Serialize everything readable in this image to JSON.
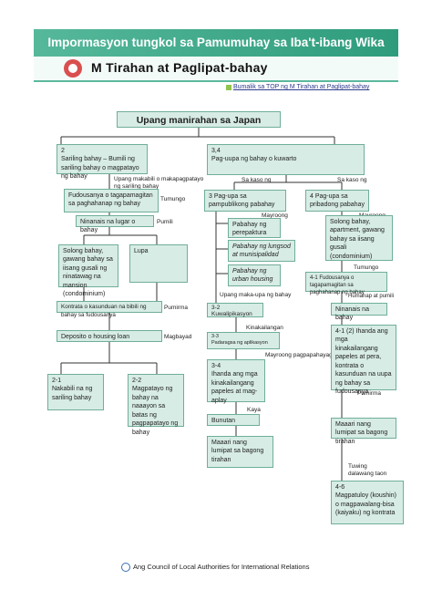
{
  "header": {
    "banner_title": "Impormasyon tungkol sa Pamumuhay sa Iba't-ibang Wika",
    "subtitle": "M  Tirahan at  Paglipat-bahay",
    "back_link": "Bumalik sa TOP ng M Tirahan at Paglipat-bahay"
  },
  "chart": {
    "main": "Upang manirahan sa Japan",
    "box2": "2\nSariling bahay – Bumili ng sariling bahay o magpatayo ng bahay",
    "lbl_upang_makabili": "Upang makabili o makapagpatayo ng sariling bahay",
    "box_fudousanya": "Fudousanya o tagapamagitan sa paghahanap ng bahay",
    "lbl_tumungo1": "Tumungo",
    "box_ninanais1": "Ninanais na lugar o bahay",
    "lbl_pumili": "Pumili",
    "box_solong1": "Solong bahay, gawang bahay sa iisang gusali ng ninatawag na mansion (condominium)",
    "box_lupa": "Lupa",
    "box_kontrata": "Kontrata o kasunduan na bibili ng bahay sa fudousanya",
    "lbl_pumirma1": "Pumirma",
    "box_deposito": "Deposito o housing loan",
    "lbl_magbayad": "Magbayad",
    "box_2_1": "2-1\nNakabili na ng sariling bahay",
    "box_2_2": "2-2\nMagpatayo ng bahay na naaayon sa batas ng pagpapatayo ng bahay",
    "box3_4": "3,4\nPag-uupa ng bahay o kuwarto",
    "lbl_sakaso1": "Sa kaso ng",
    "lbl_sakaso2": "Sa kaso ng",
    "box3": "3 Pag-upa sa pampublikong pabahay",
    "box4": "4 Pag-upa sa pribadong pabahay",
    "lbl_mayroong1": "Mayroong",
    "lbl_mayroong2": "Mayroong",
    "box_pabahay_pref": "Pabahay ng perepaktura",
    "box_pabahay_lungsod": "Pabahay ng lungsod at munisipalidad",
    "box_pabahay_urban": "Pabahay ng urban housing",
    "box_solong2": "Solong bahay, apartment, gawang bahay sa iisang gusali (condominium)",
    "lbl_tumungo2": "Tumungo",
    "box_4_1": "4-1 Fudousanya o tagapamagitan sa paghahanap ng bahay",
    "lbl_humanap": "Humanap at pumili",
    "lbl_upang_makaupa": "Upang maka-upa ng bahay",
    "box_ninanais2": "Ninanais na bahay",
    "box_3_2": "3-2\nKuwalipikasyon",
    "lbl_kinakailangan": "Kinakailangan",
    "box_3_3": "3-3\nPadaragsa ng aplikasyon",
    "lbl_mayroong_pagpapahayag": "Mayroong pagpapahayag",
    "box_3_4": "3-4\nIhanda ang mga kinakailangang papeles at mag-aplay",
    "box_4_1_2": "4-1 (2) Ihanda ang mga kinakailangang papeles at pera, kontrata o kasunduan na uupa ng bahay sa fudousanya",
    "lbl_kaya": "Kaya",
    "box_bunutan": "Bunutan",
    "lbl_pumirma2": "Pumirma",
    "box_maaari1": "Maaari nang lumipat sa bagong tirahan",
    "box_maaari2": "Maaari nang lumipat sa bagong tirahan",
    "lbl_tuwing": "Tuwing\ndalawang taon",
    "box_4_6": "4-6\nMagpatuloy (koushin) o magpawalang-bisa (kaiyaku) ng kontrata"
  },
  "footer": {
    "org": "Ang Council of Local Authorities for International Relations"
  }
}
